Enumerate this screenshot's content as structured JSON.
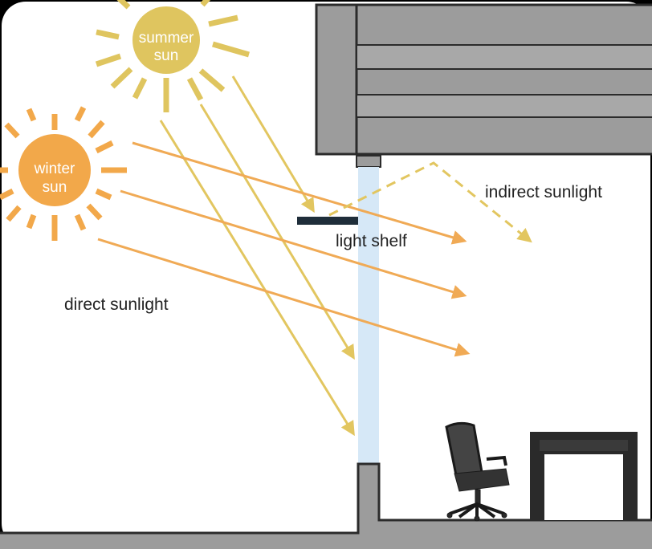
{
  "labels": {
    "summer_sun_line1": "summer",
    "summer_sun_line2": "sun",
    "winter_sun_line1": "winter",
    "winter_sun_line2": "sun",
    "light_shelf": "light shelf",
    "indirect_sunlight": "indirect sunlight",
    "direct_sunlight": "direct sunlight"
  },
  "colors": {
    "summer_sun": "#dfc55f",
    "winter_sun": "#f2a84a",
    "summer_ray": "#e2c660",
    "winter_ray": "#f0aa55",
    "wall": "#9c9c9c",
    "outline": "#2b2b2b",
    "window_glass": "#d6e8f7",
    "light_shelf": "#1f2e3a",
    "text": "#222222",
    "sun_text": "#ffffff"
  }
}
